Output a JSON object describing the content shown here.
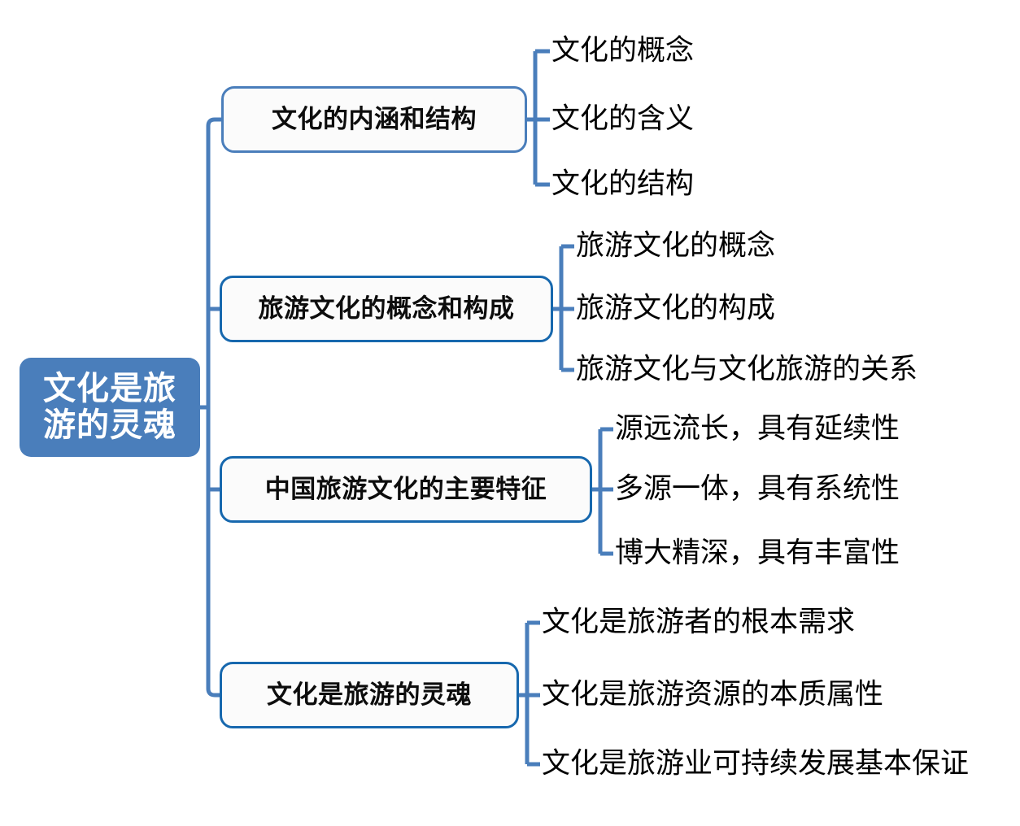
{
  "diagram": {
    "type": "mind-map",
    "title": "文化是旅游的灵魂",
    "orientation": "left-to-right",
    "colors": {
      "root_fill": "#4a7ebb",
      "root_text": "#ffffff",
      "branch_fill": "#fbfbfb",
      "branch_border_soft": "#4a7ebb",
      "branch_border_strong": "#1768ae",
      "connector": "#4a7ebb",
      "leaf_text": "#000000",
      "background": "#ffffff"
    }
  },
  "root": {
    "label": "文化是旅\n游的灵魂",
    "label_plain": "文化是旅游的灵魂"
  },
  "branches": [
    {
      "label": "文化的内涵和结构",
      "border_style": "soft",
      "leaves": [
        {
          "label": "文化的概念"
        },
        {
          "label": "文化的含义"
        },
        {
          "label": "文化的结构"
        }
      ]
    },
    {
      "label": "旅游文化的概念和构成",
      "border_style": "strong",
      "leaves": [
        {
          "label": "旅游文化的概念"
        },
        {
          "label": "旅游文化的构成"
        },
        {
          "label": "旅游文化与文化旅游的关系"
        }
      ]
    },
    {
      "label": "中国旅游文化的主要特征",
      "border_style": "strong",
      "leaves": [
        {
          "label": "源远流长，具有延续性"
        },
        {
          "label": "多源一体，具有系统性"
        },
        {
          "label": "博大精深，具有丰富性"
        }
      ]
    },
    {
      "label": "文化是旅游的灵魂",
      "border_style": "strong",
      "leaves": [
        {
          "label": "文化是旅游者的根本需求"
        },
        {
          "label": "文化是旅游资源的本质属性"
        },
        {
          "label": "文化是旅游业可持续发展基本保证"
        }
      ]
    }
  ]
}
